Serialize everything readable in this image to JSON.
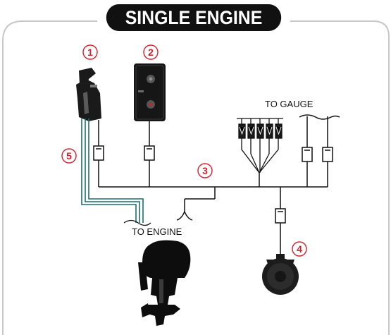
{
  "title": "SINGLE ENGINE",
  "labels": {
    "to_gauge": "TO GAUGE",
    "to_engine": "TO ENGINE"
  },
  "callouts": [
    "1",
    "2",
    "3",
    "4",
    "5"
  ],
  "colors": {
    "callout": "#d4202a",
    "cable": "#1b6f6e",
    "ink": "#111111",
    "frame": "#c8c8c8"
  },
  "icons": {
    "control_lever": "throttle-lever-icon",
    "switch_panel": "key-switch-panel-icon",
    "engine": "outboard-engine-icon",
    "buzzer": "buzzer-icon",
    "connector": "connector-icon",
    "hub": "harness-hub-icon"
  }
}
